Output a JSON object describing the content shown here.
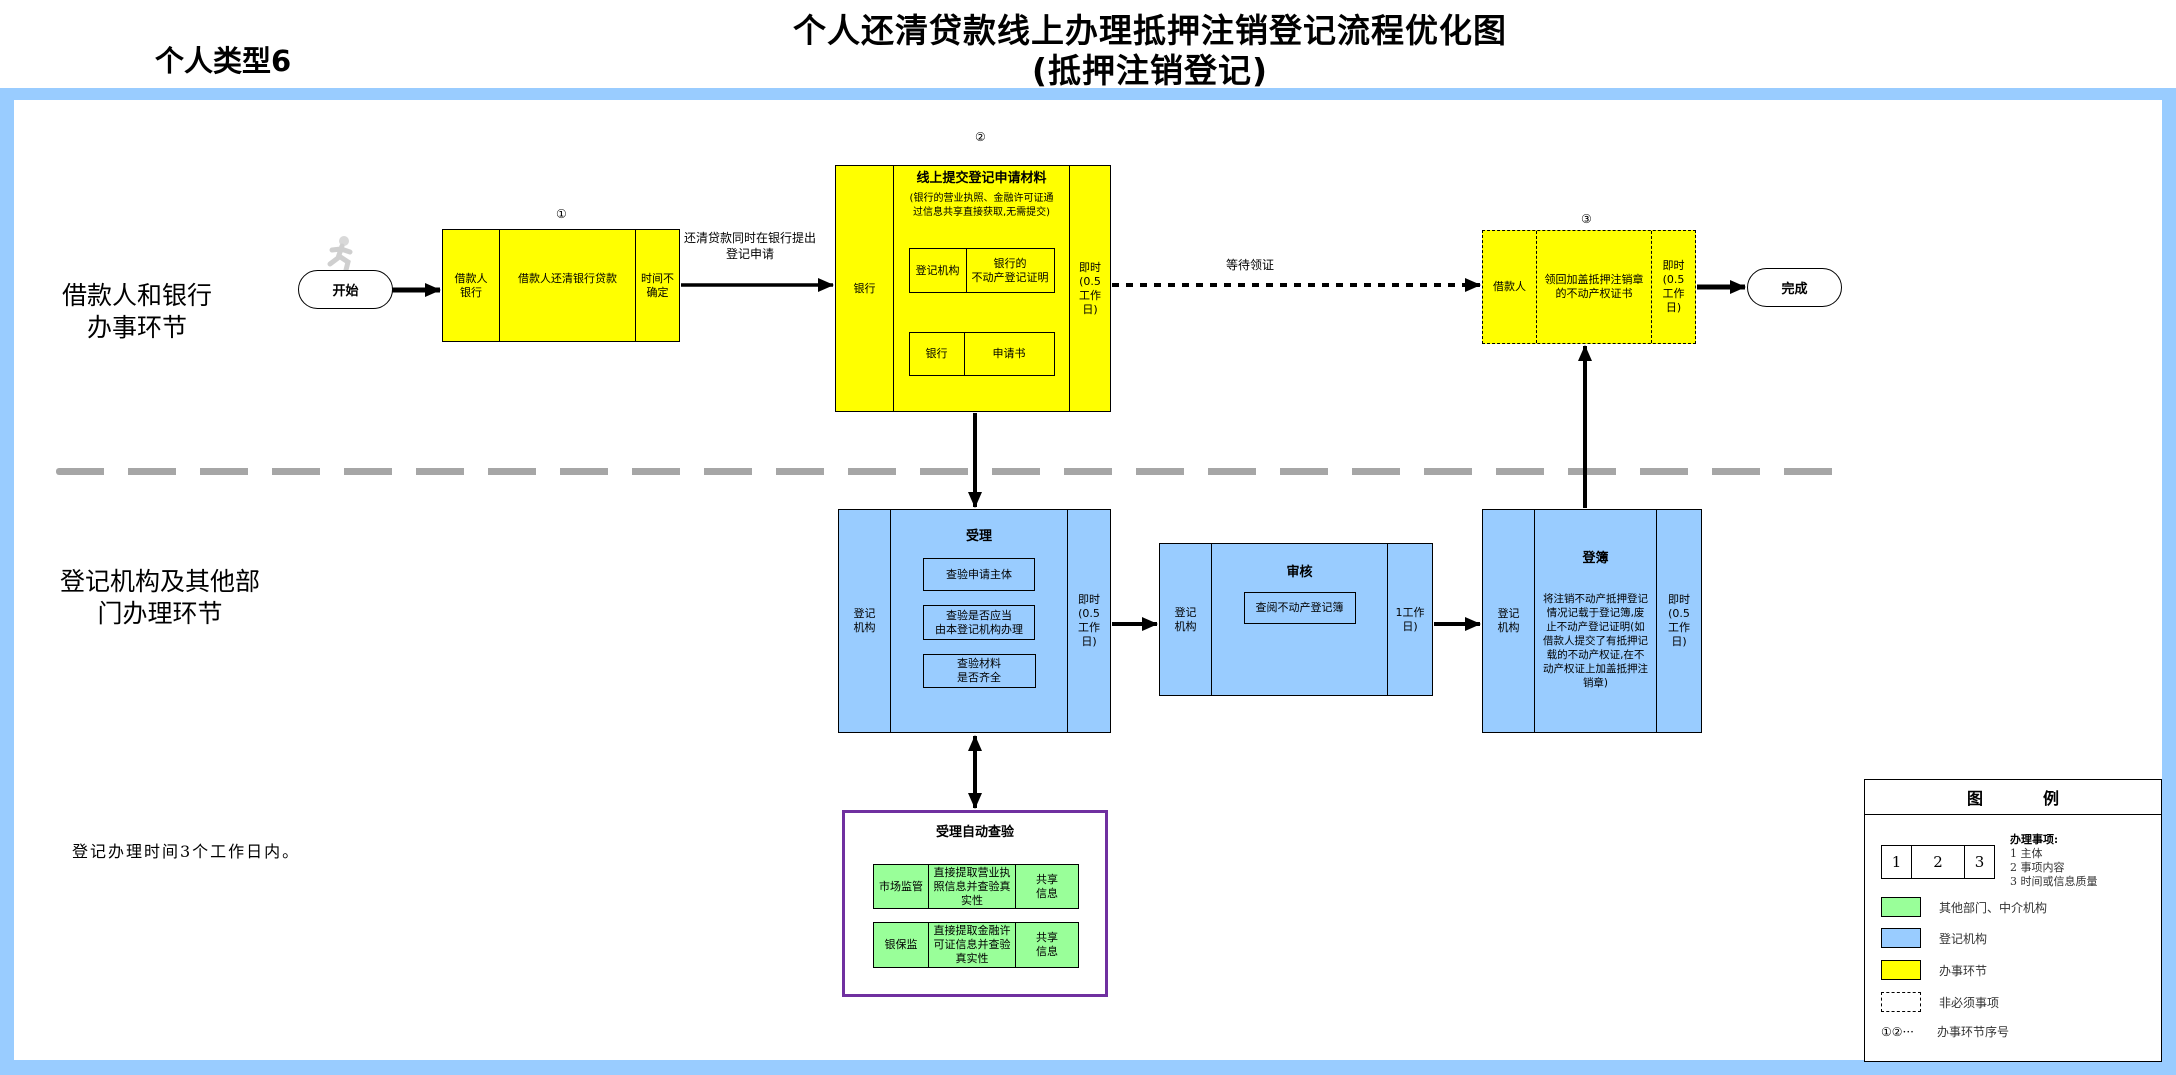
{
  "header": {
    "title_line1": "个人还清贷款线上办理抵押注销登记流程优化图",
    "title_line2": "(抵押注销登记)",
    "type_label": "个人类型6"
  },
  "colors": {
    "frame": "#99ccff",
    "step_yellow": "#ffff00",
    "registry_blue": "#99ccff",
    "other_dept_green": "#99ff99",
    "auto_check_border": "#7030a0",
    "divider": "#a6a6a6"
  },
  "lanes": {
    "top": "借款人和银行\n办事环节",
    "top_line1": "借款人和银行",
    "top_line2": "办事环节",
    "bottom_line1": "登记机构及其他部",
    "bottom_line2": "门办理环节"
  },
  "note": "登记办理时间3个工作日内。",
  "terminals": {
    "start": "开始",
    "end": "完成"
  },
  "edges": {
    "step1_to_step2": "还清贷款同时在银行提出\n登记申请",
    "step1_to_step2_line1": "还清贷款同时在银行提出",
    "step1_to_step2_line2": "登记申请",
    "step2_to_step3": "等待领证"
  },
  "steps": {
    "step1": {
      "number": "①",
      "subject": "借款人\n银行",
      "subject_l1": "借款人",
      "subject_l2": "银行",
      "content": "借款人还清银行贷款",
      "time_l1": "时间不",
      "time_l2": "确定"
    },
    "step2": {
      "number": "②",
      "subject": "银行",
      "title": "线上提交登记申请材料",
      "note_l1": "(银行的营业执照、金融许可证通",
      "note_l2": "过信息共享直接获取,无需提交)",
      "materials": [
        {
          "issuer": "登记机构",
          "doc_l1": "银行的",
          "doc_l2": "不动产登记证明"
        },
        {
          "issuer": "银行",
          "doc_l1": "申请书",
          "doc_l2": ""
        }
      ],
      "time_l1": "即时",
      "time_l2": "(0.5",
      "time_l3": "工作",
      "time_l4": "日)"
    },
    "step3": {
      "number": "③",
      "subject": "借款人",
      "content_l1": "领回加盖抵押注销章",
      "content_l2": "的不动产权证书",
      "time_l1": "即时",
      "time_l2": "(0.5",
      "time_l3": "工作",
      "time_l4": "日)",
      "optional": true
    },
    "accept": {
      "subject_l1": "登记",
      "subject_l2": "机构",
      "title": "受理",
      "checks": [
        {
          "l1": "查验申请主体",
          "l2": ""
        },
        {
          "l1": "查验是否应当",
          "l2": "由本登记机构办理"
        },
        {
          "l1": "查验材料",
          "l2": "是否齐全"
        }
      ],
      "time_l1": "即时",
      "time_l2": "(0.5",
      "time_l3": "工作",
      "time_l4": "日)"
    },
    "review": {
      "subject_l1": "登记",
      "subject_l2": "机构",
      "title": "审核",
      "check": "查阅不动产登记簿",
      "time_l1": "1工作",
      "time_l2": "日)"
    },
    "record": {
      "subject_l1": "登记",
      "subject_l2": "机构",
      "title": "登簿",
      "desc": "将注销不动产抵押登记情况记载于登记簿,废止不动产登记证明(如借款人提交了有抵押记载的不动产权证,在不动产权证上加盖抵押注销章)",
      "time_l1": "即时",
      "time_l2": "(0.5",
      "time_l3": "工作",
      "time_l4": "日)"
    }
  },
  "auto_check": {
    "title": "受理自动查验",
    "rows": [
      {
        "dept": "市场监管",
        "content_l1": "直接提取营业执",
        "content_l2": "照信息并查验真",
        "content_l3": "实性",
        "info_l1": "共享",
        "info_l2": "信息"
      },
      {
        "dept": "银保监",
        "content_l1": "直接提取金融许",
        "content_l2": "可证信息并查验",
        "content_l3": "真实性",
        "info_l1": "共享",
        "info_l2": "信息"
      }
    ]
  },
  "legend": {
    "title": "图例",
    "cell_labels": [
      "1",
      "2",
      "3"
    ],
    "items_title": "办理事项:",
    "items": [
      "1 主体",
      "2 事项内容",
      "3 时间或信息质量"
    ],
    "green_label": "其他部门、中介机构",
    "blue_label": "登记机构",
    "yellow_label": "办事环节",
    "dashed_label": "非必须事项",
    "seq_symbol": "①②···",
    "seq_label": "办事环节序号"
  }
}
